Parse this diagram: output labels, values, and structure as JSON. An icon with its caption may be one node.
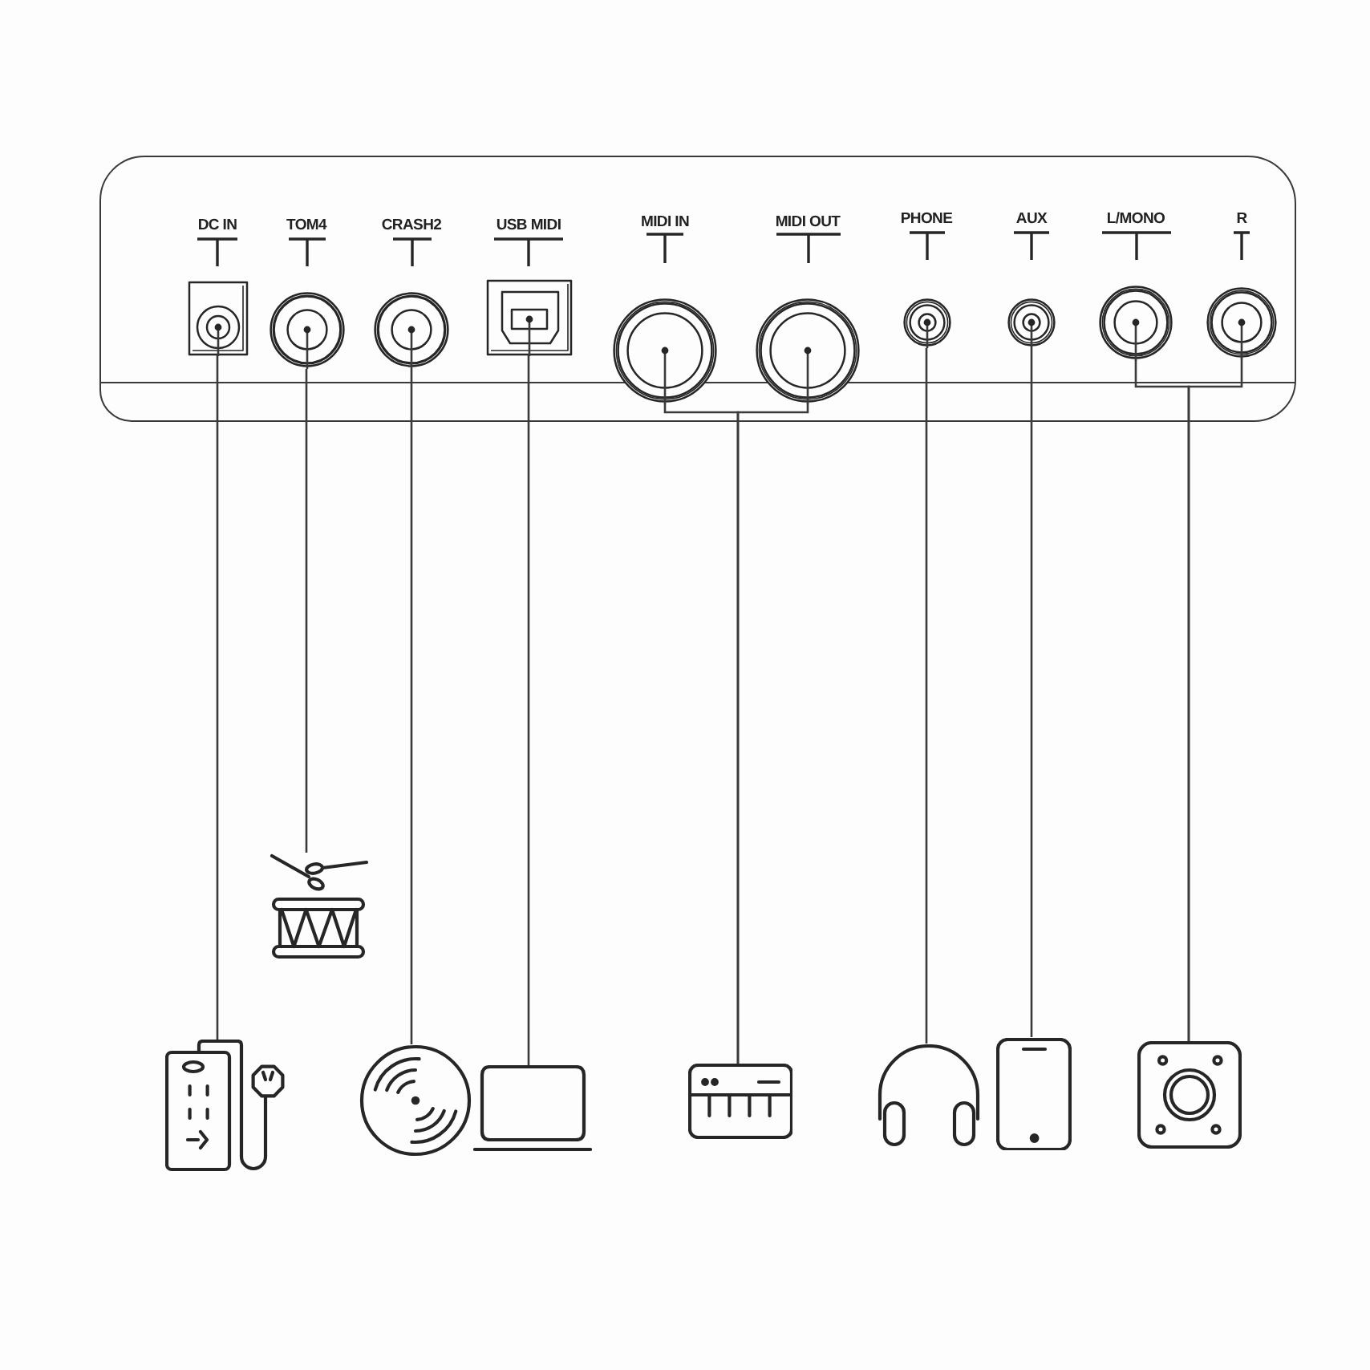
{
  "diagram": {
    "nodes": [
      {
        "text": [],
        "shape": "box"
      },
      {
        "text": [
          "DC IN"
        ],
        "in": 0
      },
      {
        "text": [
          "TOM4"
        ],
        "in": 0
      },
      {
        "text": [
          "CRASH2"
        ],
        "in": 0
      },
      {
        "text": [
          "USB MIDI"
        ],
        "in": 0
      },
      {
        "text": [
          "MIDI IN"
        ],
        "in": 0
      },
      {
        "text": [
          "MIDI OUT"
        ],
        "in": 0
      },
      {
        "text": [
          "PHONE"
        ],
        "in": 0
      },
      {
        "text": [
          "AUX"
        ],
        "in": 0
      },
      {
        "text": [
          "L/MONO"
        ],
        "in": 0
      },
      {
        "text": [
          "R"
        ],
        "in": 0
      },
      {
        "text": [],
        "shape": "picture"
      },
      {
        "text": [],
        "shape": "picture"
      },
      {
        "text": [],
        "shape": "picture"
      },
      {
        "text": [],
        "shape": "picture"
      },
      {
        "text": [],
        "shape": "picture"
      },
      {
        "text": [],
        "shape": "picture"
      },
      {
        "text": [],
        "shape": "picture"
      },
      {
        "text": [],
        "shape": "picture"
      }
    ],
    "edges": [
      {
        "from": 1,
        "to": 11,
        "arrow": "none"
      },
      {
        "from": 2,
        "to": 12,
        "arrow": "none"
      },
      {
        "from": 3,
        "to": 13,
        "arrow": "none"
      },
      {
        "from": 4,
        "to": 14,
        "arrow": "none"
      },
      {
        "from": 5,
        "to": 15,
        "arrow": "none"
      },
      {
        "from": 6,
        "to": 15,
        "arrow": "none"
      },
      {
        "from": 7,
        "to": 16,
        "arrow": "none"
      },
      {
        "from": 8,
        "to": 17,
        "arrow": "none"
      },
      {
        "from": 9,
        "to": 18,
        "arrow": "none"
      },
      {
        "from": 10,
        "to": 18,
        "arrow": "none"
      }
    ]
  }
}
